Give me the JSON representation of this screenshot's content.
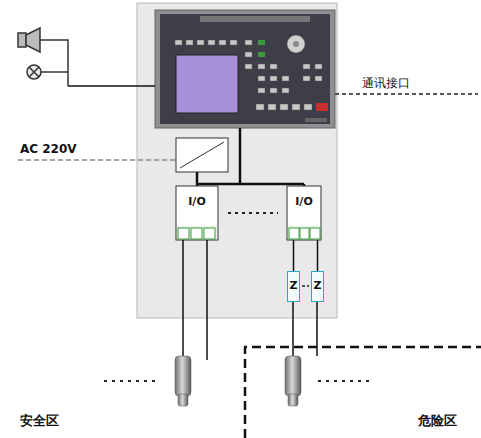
{
  "diagram": {
    "nodes": [
      {
        "text": [
          "I/O"
        ]
      },
      {
        "text": [
          "I/O"
        ]
      },
      {
        "text": [
          "Z"
        ]
      },
      {
        "text": [
          "Z"
        ]
      }
    ],
    "edges": [
      {
        "from": 1,
        "to": 2,
        "arrow": "none"
      },
      {
        "from": 1,
        "to": 3,
        "arrow": "none"
      }
    ],
    "labels": [
      "通讯接口",
      "AC 220V",
      "安全区",
      "危险区"
    ]
  }
}
